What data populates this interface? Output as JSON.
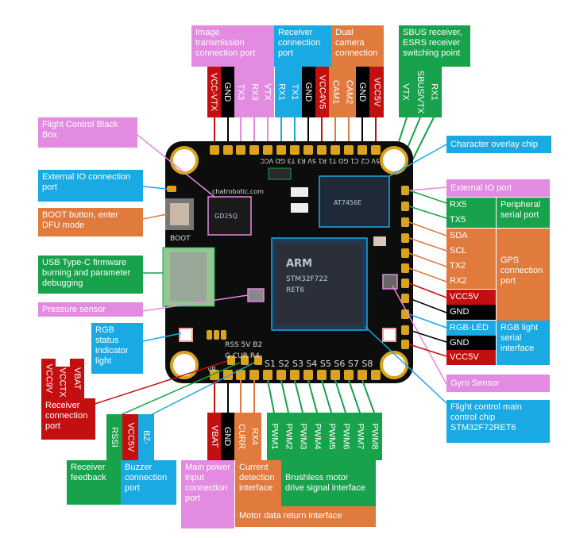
{
  "top_labels": {
    "image_transmission": "Image\ntransmission\nconnection port",
    "receiver": "Receiver\nconnection\nport",
    "dual_camera": "Dual\ncamera\nconnection",
    "sbus": "SBUS receiver,\nESRS receiver\nswitching point"
  },
  "top_pins": [
    "VCC-VTX",
    "GND",
    "TX3",
    "RX3",
    "VTX",
    "RX1",
    "TX1",
    "GND",
    "VCC4V5",
    "CAM1",
    "CAM2",
    "GND",
    "VCC5V"
  ],
  "sbus_pins": [
    "VTX",
    "SBUS/VTX",
    "RX1"
  ],
  "left_labels": {
    "blackbox": "Flight Control Black\nBox",
    "ext_io": "External IO connection\nport",
    "boot": "BOOT button, enter\nDFU mode",
    "usb": "USB  Type-C  firmware\nburning and parameter\ndebugging",
    "pressure": "Pressure sensor",
    "rgb_status": "RGB\nstatus\nindicator\nlight"
  },
  "recv_pins": [
    "VCC9V",
    "VCCTX",
    "VBAT"
  ],
  "recv_label": "Receiver\nconnection\nport",
  "rssi_pin": "RSSI",
  "vcc5v_pin": "VCC5V",
  "bz_pin": "BZ-",
  "receiver_feedback": "Receiver\nfeedback",
  "buzzer": "Buzzer\nconnection\nport",
  "bottom_pins": [
    "VBAT",
    "GND",
    "CURR",
    "RX4",
    "PWM1",
    "PWM2",
    "PWM3",
    "PWM4",
    "PWM5",
    "PWM6",
    "PWM7",
    "PWM8"
  ],
  "bottom_labels": {
    "main_power": "Main power\ninput\nconnection\nport",
    "current": "Current\ndetection\ninterface",
    "brushless": "Brushless motor\ndrive signal interface",
    "motor_data": "Motor data return interface"
  },
  "right_labels": {
    "osd": "Character overlay chip",
    "ext_io": "External IO port",
    "peripheral": "Peripheral\nserial port",
    "gps": "GPS\nconnection\nport",
    "rgb_serial": "RGB light\nserial\ninterface",
    "gyro": "Gyro Sensor",
    "mcu": "Flight control main\ncontrol chip\nSTM32F72RET6"
  },
  "right_pins": [
    "RX5",
    "TX5",
    "SDA",
    "SCL",
    "TX2",
    "RX2",
    "VCC5V",
    "GND",
    "RGB-LED",
    "GND",
    "VCC5V"
  ],
  "board": {
    "top_silk": "5V  C2  C1  GD  T1  R1  5V  R3  T3  GD  VCC",
    "bottom_silk": "S1  S2  S3  S4  S5  S6  S7  S8",
    "left_silk": "RSS 5V B2",
    "left_silk2": "G  CUR R4",
    "brand": "chatrobotic.com",
    "boot": "BOOT",
    "chip_arm": "ARM",
    "chip_st": "STM32F722",
    "chip_code": "RET6",
    "osd_chip": "AT7456E",
    "gd_chip": "GD25Q",
    "vr": "VR"
  },
  "colors": {
    "pink": "#e28be0",
    "blue": "#19a9e3",
    "orange": "#e07a3d",
    "green": "#17a24b",
    "red": "#c30f10",
    "black": "#000000",
    "board": "#0d0d0d",
    "pad": "#d9a31c"
  }
}
